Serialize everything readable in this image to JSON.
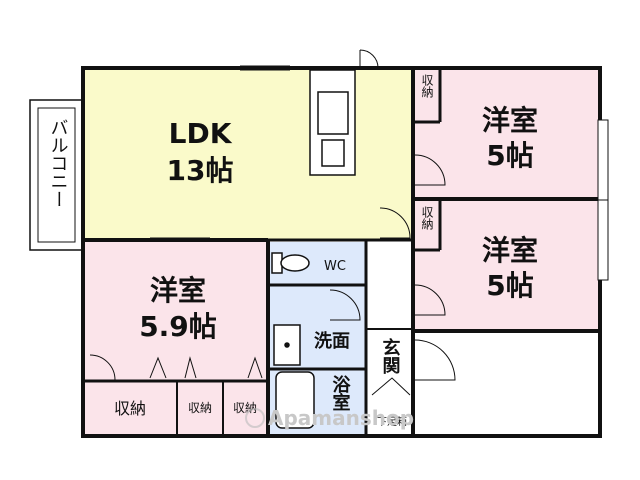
{
  "colors": {
    "ldk_fill": "#fafaca",
    "western_fill": "#fbe4ea",
    "wet_fill": "#dde9fb",
    "storage_fill": "#fbe4ea",
    "wall": "#111111",
    "watermark": "#cfcfcf"
  },
  "rooms": {
    "ldk": {
      "name": "LDK",
      "size": "13帖"
    },
    "western_top": {
      "name": "洋室",
      "size": "5帖"
    },
    "western_mid": {
      "name": "洋室",
      "size": "5帖"
    },
    "western_left": {
      "name": "洋室",
      "size": "5.9帖"
    },
    "wc": {
      "name": "WC"
    },
    "washroom": {
      "name": "洗面"
    },
    "bath": {
      "name": "浴室"
    },
    "entrance": {
      "name": "玄関"
    },
    "balcony": {
      "name": "バルコニー"
    }
  },
  "storage": {
    "top": "収納",
    "mid": "収納",
    "bottom_left": "収納",
    "bottom_mid1": "収納",
    "bottom_mid2": "収納",
    "shoe": "下足箱"
  },
  "watermark": "Apamanshop",
  "icons": [
    "door-swing-icon",
    "toilet-icon",
    "sink-icon",
    "bathtub-icon",
    "kitchen-counter-icon",
    "watermark-logo-icon"
  ]
}
